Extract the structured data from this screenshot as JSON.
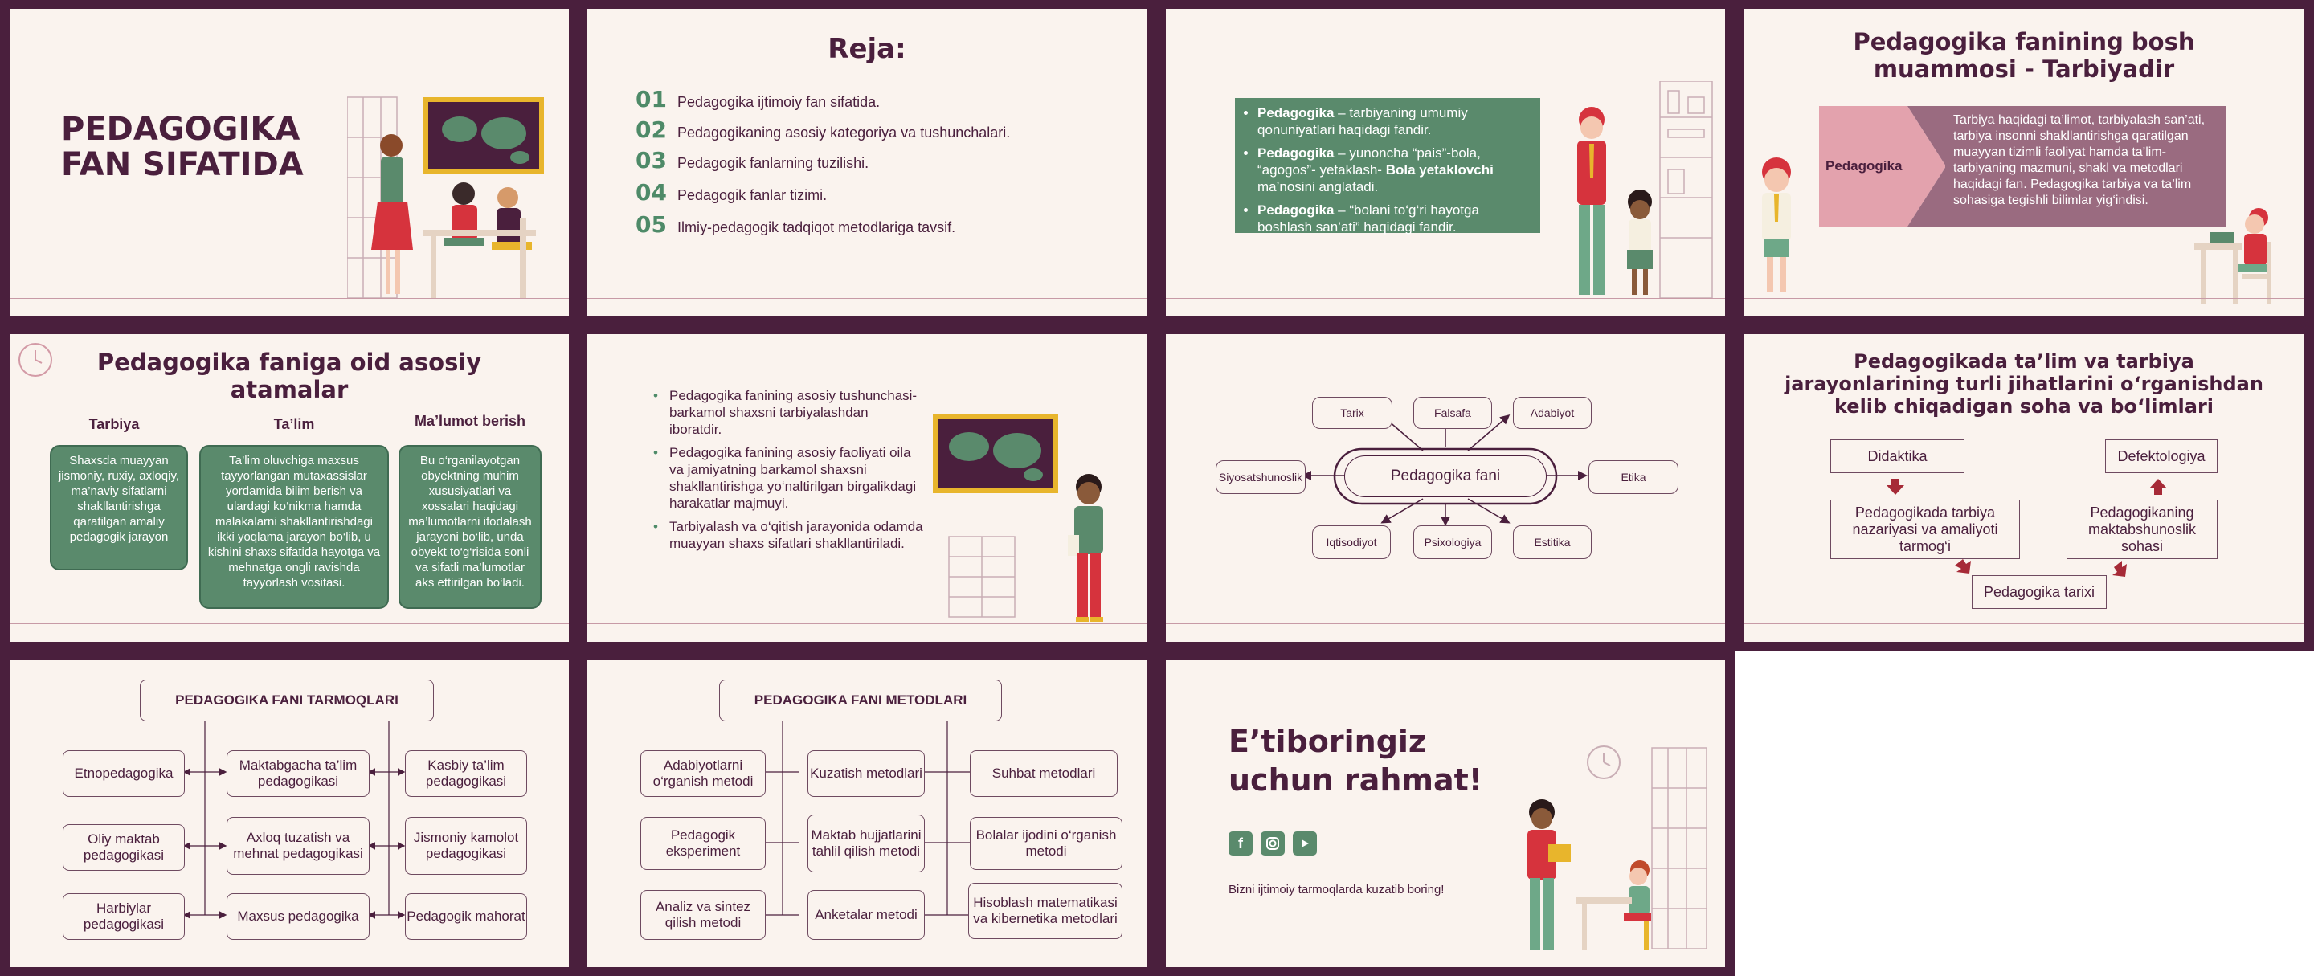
{
  "slides": {
    "s1": {
      "title_line1": "PEDAGOGIKA",
      "title_line2": "FAN SIFATIDA"
    },
    "s2": {
      "title": "Reja:",
      "items": [
        {
          "num": "01",
          "text": "Pedagogika ijtimoiy fan sifatida."
        },
        {
          "num": "02",
          "text": "Pedagogikaning asosiy kategoriya va tushunchalari."
        },
        {
          "num": "03",
          "text": "Pedagogik fanlarning tuzilishi."
        },
        {
          "num": "04",
          "text": "Pedagogik fanlar tizimi."
        },
        {
          "num": "05",
          "text": "Ilmiy-pedagogik tadqiqot metodlariga tavsif."
        }
      ]
    },
    "s3": {
      "b1_bold": "Pedagogika",
      "b1_rest": " – tarbiyaning umumiy qonuniyatlari haqidagi fandir.",
      "b2_bold": "Pedagogika",
      "b2_mid": " – yunoncha “pais”-bola, “agogos”- yetaklash- ",
      "b2_bold2": "Bola yetaklovchi",
      "b2_end": " ma’nosini anglatadi.",
      "b3_bold": "Pedagogika",
      "b3_rest": " – “bolani to‘g‘ri hayotga boshlash san’ati” haqidagi fandir."
    },
    "s4": {
      "title_line1": "Pedagogika fanining bosh",
      "title_line2": "muammosi - Tarbiyadir",
      "label": "Pedagogika",
      "text": "Tarbiya haqidagi ta’limot, tarbiyalash san’ati, tarbiya insonni shakllantirishga qaratilgan muayyan tizimli faoliyat hamda ta’lim-tarbiyaning mazmuni, shakl va metodlari haqidagi fan. Pedagogika tarbiya va ta’lim sohasiga tegishli bilimlar yig‘indisi."
    },
    "s5": {
      "title_line1": "Pedagogika faniga oid asosiy",
      "title_line2": "atamalar",
      "cols": [
        {
          "head": "Tarbiya",
          "body": "Shaxsda muayyan jismoniy, ruxiy, axloqiy, ma’naviy sifatlarni shakllantirishga qaratilgan amaliy pedagogik jarayon"
        },
        {
          "head": "Ta’lim",
          "body": "Ta’lim oluvchiga maxsus tayyorlangan mutaxassislar yordamida bilim berish va ulardagi ko‘nikma hamda malakalarni shakllantirishdagi ikki yoqlama jarayon bo‘lib, u kishini shaxs sifatida hayotga va mehnatga ongli ravishda tayyorlash vositasi."
        },
        {
          "head": "Ma’lumot berish",
          "body": "Bu o‘rganilayotgan obyektning muhim xususiyatlari va xossalari haqidagi ma’lumotlarni ifodalash jarayoni bo‘lib, unda obyekt to‘g‘risida sonli va sifatli ma’lumotlar aks ettirilgan bo‘ladi."
        }
      ]
    },
    "s6": {
      "bullets": [
        "Pedagogika fanining asosiy tushunchasi- barkamol shaxsni tarbiyalashdan iboratdir.",
        "Pedagogika fanining asosiy faoliyati oila va jamiyatning barkamol shaxsni shakllantirishga yo‘naltirilgan birgalikdagi harakatlar majmuyi.",
        "Tarbiyalash va o‘qitish jarayonida odamda muayyan shaxs sifatlari shakllantiriladi."
      ]
    },
    "s7": {
      "center": "Pedagogika fani",
      "nodes": [
        "Tarix",
        "Falsafa",
        "Adabiyot",
        "Siyosatshunoslik",
        "Etika",
        "Iqtisodiyot",
        "Psixologiya",
        "Estitika"
      ]
    },
    "s8": {
      "title_line1": "Pedagogikada ta’lim va tarbiya",
      "title_line2": "jarayonlarining turli jihatlarini o‘rganishdan",
      "title_line3": "kelib chiqadigan  soha va bo‘limlari",
      "didaktika": "Didaktika",
      "defekt": "Defektologiya",
      "nazariya": "Pedagogikada tarbiya nazariyasi va amaliyoti tarmog‘i",
      "maktab": "Pedagogikaning maktabshunoslik sohasi",
      "tarix": "Pedagogika tarixi"
    },
    "s9": {
      "title": "PEDAGOGIKA FANI TARMOQLARI",
      "left": [
        "Etnopedagogika",
        "Oliy maktab pedagogikasi",
        "Harbiylar pedagogikasi"
      ],
      "mid": [
        "Maktabgacha ta’lim pedagogikasi",
        "Axloq tuzatish va mehnat pedagogikasi",
        "Maxsus pedagogika"
      ],
      "right": [
        "Kasbiy ta’lim pedagogikasi",
        "Jismoniy kamolot pedagogikasi",
        "Pedagogik mahorat"
      ]
    },
    "s10": {
      "title": "PEDAGOGIKA FANI METODLARI",
      "left": [
        "Adabiyotlarni o‘rganish metodi",
        "Pedagogik eksperiment",
        "Analiz va sintez qilish metodi"
      ],
      "mid": [
        "Kuzatish metodlari",
        "Maktab hujjatlarini tahlil qilish metodi",
        "Anketalar metodi"
      ],
      "right": [
        "Suhbat metodlari",
        "Bolalar ijodini o‘rganish metodi",
        "Hisoblash matematikasi va kibernetika metodlari"
      ]
    },
    "s11": {
      "title_line1": "E’tiboringiz",
      "title_line2": "uchun rahmat!",
      "note": "Bizni ijtimoiy tarmoqlarda kuzatib boring!",
      "icons": [
        "facebook-icon",
        "instagram-icon",
        "youtube-icon"
      ]
    }
  }
}
